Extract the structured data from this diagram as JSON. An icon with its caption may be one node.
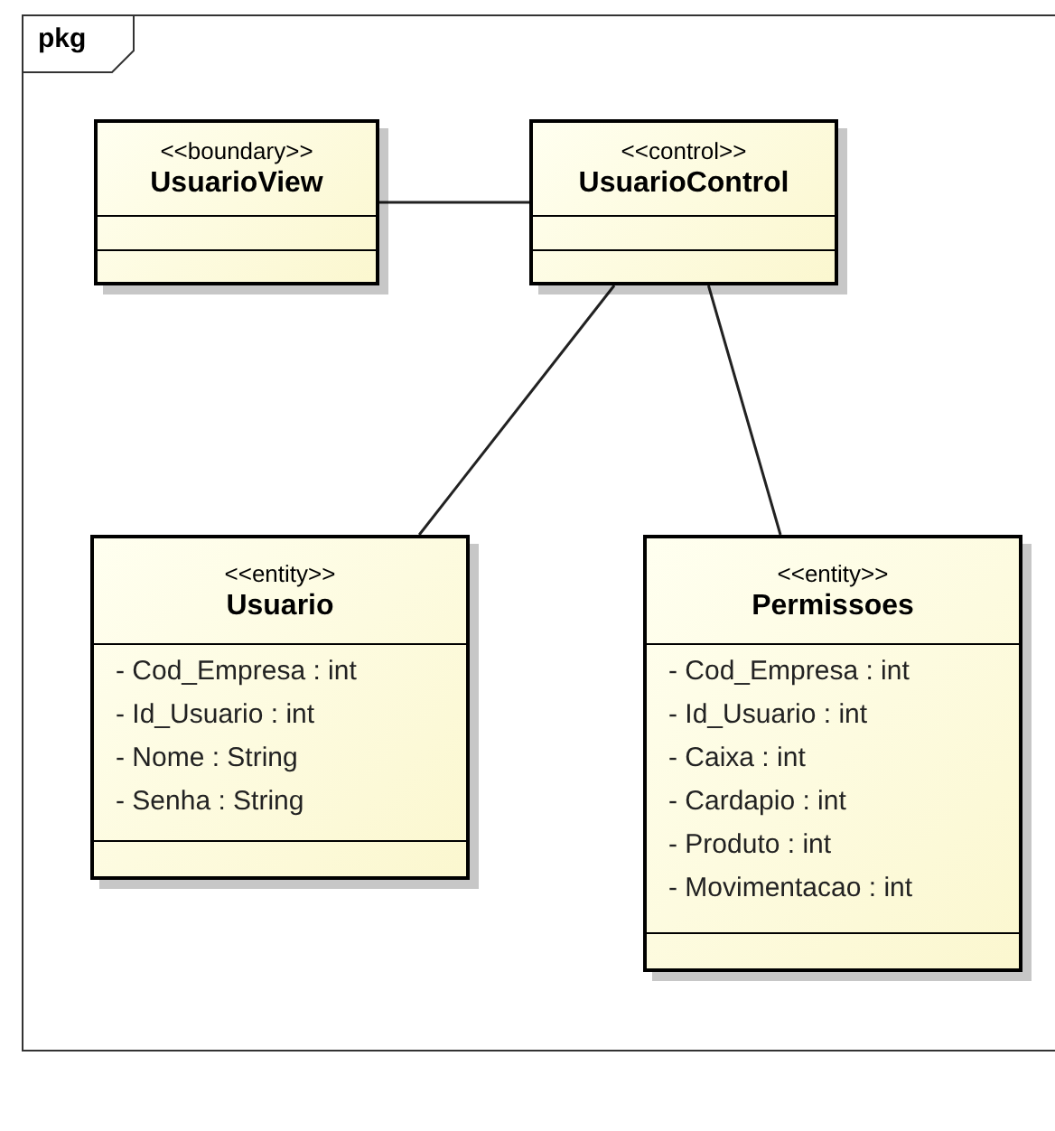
{
  "diagram": {
    "nodes": [
      {
        "text": [
          "pkg"
        ]
      },
      {
        "text": [
          "<<boundary>>",
          "UsuarioView"
        ],
        "in": 0
      },
      {
        "text": [
          "<<control>>",
          "UsuarioControl"
        ],
        "in": 0
      },
      {
        "text": [
          "<<entity>>",
          "Usuario",
          "- Cod_Empresa : int",
          "- Id_Usuario : int",
          "- Nome : String",
          "- Senha : String"
        ],
        "in": 0
      },
      {
        "text": [
          "<<entity>>",
          "Permissoes",
          "- Cod_Empresa : int",
          "- Id_Usuario : int",
          "- Caixa : int",
          "- Cardapio : int",
          "- Produto : int",
          "- Movimentacao : int"
        ],
        "in": 0
      }
    ],
    "edges": [
      {
        "from": 1,
        "to": 2,
        "arrow": "none"
      },
      {
        "from": 2,
        "to": 3,
        "arrow": "none"
      },
      {
        "from": 2,
        "to": 4,
        "arrow": "none"
      }
    ]
  }
}
